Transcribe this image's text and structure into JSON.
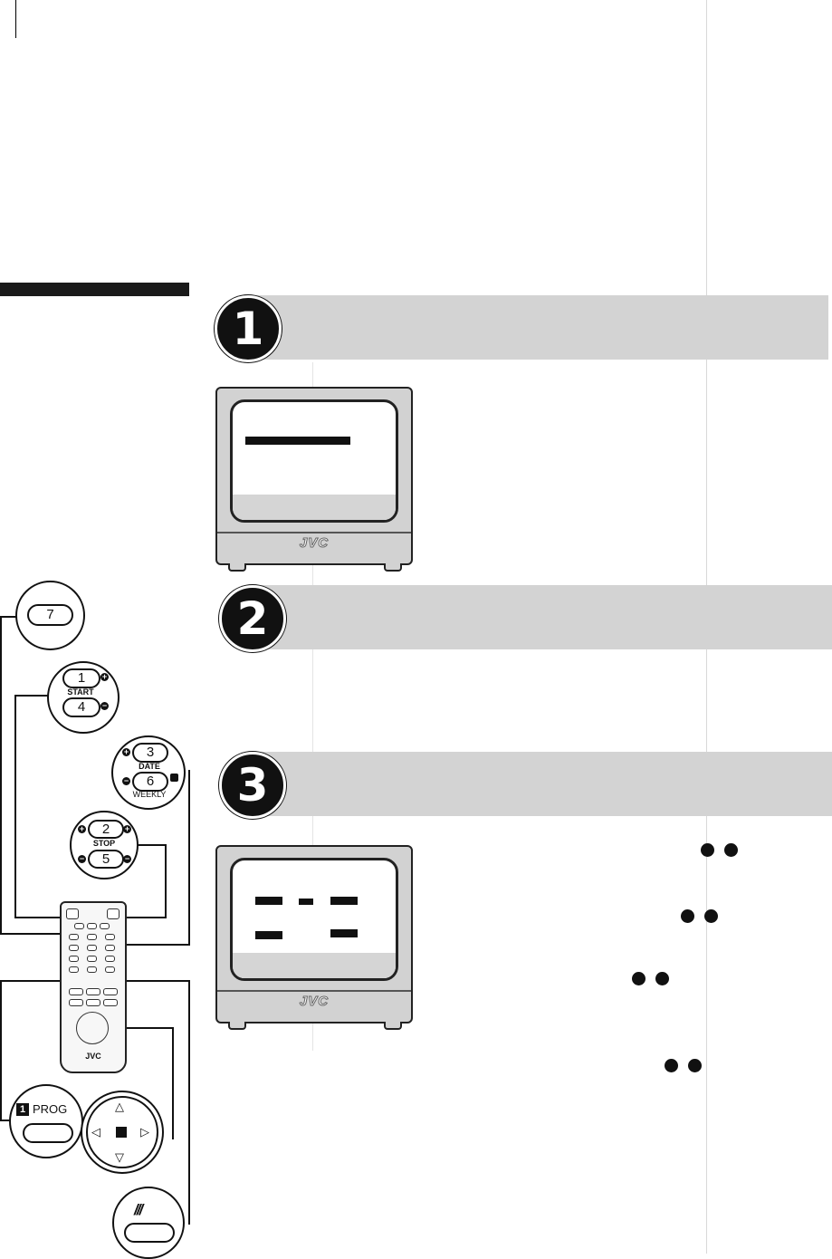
{
  "steps": [
    {
      "number": "1"
    },
    {
      "number": "2"
    },
    {
      "number": "3"
    }
  ],
  "tv": {
    "brand": "JVC"
  },
  "remote": {
    "brand": "JVC",
    "key_7": "7",
    "key_1": "1",
    "key_4": "4",
    "start_label": "START",
    "key_3": "3",
    "key_6": "6",
    "date_label": "DATE",
    "weekly_label": "WEEKLY",
    "key_2": "2",
    "key_5": "5",
    "stop_label": "STOP",
    "prog_number": "1",
    "prog_label": "PROG",
    "up_symbol": "△",
    "down_symbol": "▽",
    "left_symbol": "◁",
    "right_symbol": "▷"
  },
  "colors": {
    "band": "#d3d3d3",
    "ink": "#111111"
  }
}
